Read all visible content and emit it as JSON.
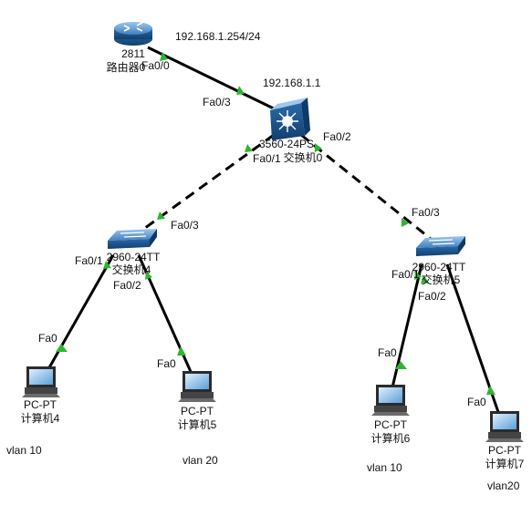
{
  "colors": {
    "cable": "#000000",
    "link_up": "#2db52d",
    "device_blue": "#1f5a93",
    "device_light": "#7fb2e0"
  },
  "devices": {
    "router": {
      "model": "2811",
      "name": "路由器0",
      "icon": "router-icon"
    },
    "core": {
      "model": "3560-24PS",
      "name": "交换机0",
      "icon": "multilayer-switch-icon"
    },
    "switch_l": {
      "model": "2960-24TT",
      "name": "交换机4",
      "icon": "switch-icon"
    },
    "switch_r": {
      "model": "2960-24TT",
      "name": "交换机5",
      "icon": "switch-icon"
    },
    "pc4": {
      "model": "PC-PT",
      "name": "计算机4",
      "icon": "pc-icon"
    },
    "pc5": {
      "model": "PC-PT",
      "name": "计算机5",
      "icon": "pc-icon"
    },
    "pc6": {
      "model": "PC-PT",
      "name": "计算机6",
      "icon": "pc-icon"
    },
    "pc7": {
      "model": "PC-PT",
      "name": "计算机7",
      "icon": "pc-icon"
    }
  },
  "ports": {
    "router_fa00": "Fa0/0",
    "core_fa03": "Fa0/3",
    "core_fa01": "Fa0/1",
    "core_fa02": "Fa0/2",
    "swl_fa03": "Fa0/3",
    "swl_fa01": "Fa0/1",
    "swl_fa02": "Fa0/2",
    "swr_fa03": "Fa0/3",
    "swr_fa01": "Fa0/1",
    "swr_fa02": "Fa0/2",
    "pc4_fa0": "Fa0",
    "pc5_fa0": "Fa0",
    "pc6_fa0": "Fa0",
    "pc7_fa0": "Fa0"
  },
  "addresses": {
    "router_ip": "192.168.1.254/24",
    "core_ip": "192.168.1.1"
  },
  "vlans": {
    "pc4": "vlan 10",
    "pc5": "vlan 20",
    "pc6": "vlan 10",
    "pc7": "vlan20"
  }
}
